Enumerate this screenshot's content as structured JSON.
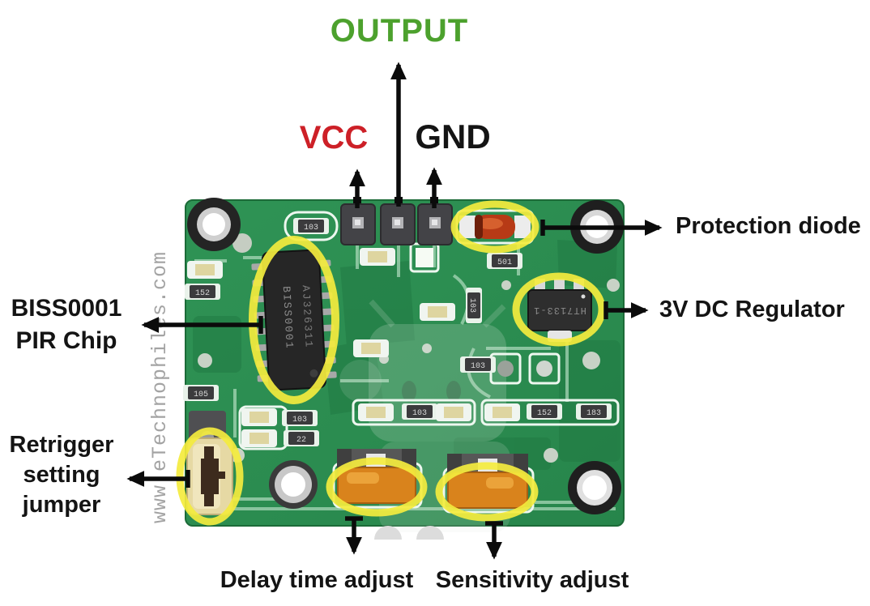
{
  "pins": {
    "output": "OUTPUT",
    "vcc": "VCC",
    "gnd": "GND"
  },
  "callouts": {
    "protection_diode": "Protection diode",
    "regulator": "3V DC Regulator",
    "pir_chip": {
      "line1": "BISS0001",
      "line2": "PIR Chip"
    },
    "retrigger": {
      "line1": "Retrigger",
      "line2": "setting",
      "line3": "jumper"
    },
    "delay": "Delay time adjust",
    "sensitivity": "Sensitivity adjust"
  },
  "board": {
    "chip_marking_line1": "BISS0001",
    "chip_marking_line2": "AJ326311",
    "regulator_marking": "HT7133-1",
    "smd_codes": [
      "103",
      "152",
      "183",
      "105",
      "22",
      "501"
    ]
  },
  "watermark": "www.eTechnophiles.com",
  "colors": {
    "output_green": "#4ca12d",
    "vcc_red": "#cd2027",
    "label_black": "#141414",
    "board_green": "#2e9053",
    "highlight_yellow": "#f4ec3e"
  }
}
